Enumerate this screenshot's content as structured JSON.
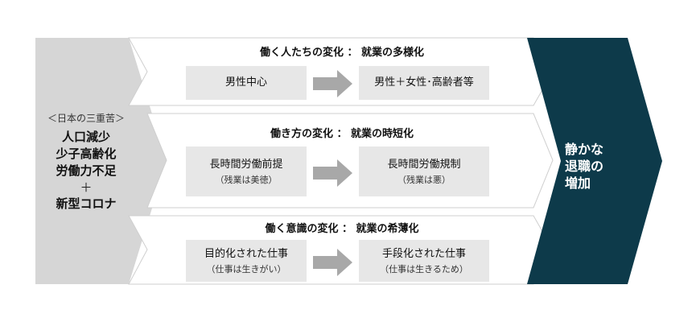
{
  "left_panel": {
    "heading": "＜日本の三重苦＞",
    "lines": [
      "人口減少",
      "少子高齢化",
      "労働力不足"
    ],
    "plus": "＋",
    "last": "新型コロナ"
  },
  "rows": [
    {
      "title": "働く人たちの変化 ： 就業の多様化",
      "from": {
        "main": "男性中心",
        "sub": ""
      },
      "to": {
        "main": "男性＋女性･高齢者等",
        "sub": ""
      }
    },
    {
      "title": "働き方の変化 ： 就業の時短化",
      "from": {
        "main": "長時間労働前提",
        "sub": "（残業は美徳）"
      },
      "to": {
        "main": "長時間労働規制",
        "sub": "（残業は悪）"
      }
    },
    {
      "title": "働く意識の変化 ： 就業の希薄化",
      "from": {
        "main": "目的化された仕事",
        "sub": "（仕事は生きがい）"
      },
      "to": {
        "main": "手段化された仕事",
        "sub": "（仕事は生きるため）"
      }
    }
  ],
  "result": {
    "lines": [
      "静かな",
      "退職の",
      "増加"
    ]
  },
  "colors": {
    "left_panel": "#d6d6d6",
    "result_panel": "#0d3a4a",
    "box_fill": "#e7e7e7",
    "arrow": "#a8a8a8"
  }
}
